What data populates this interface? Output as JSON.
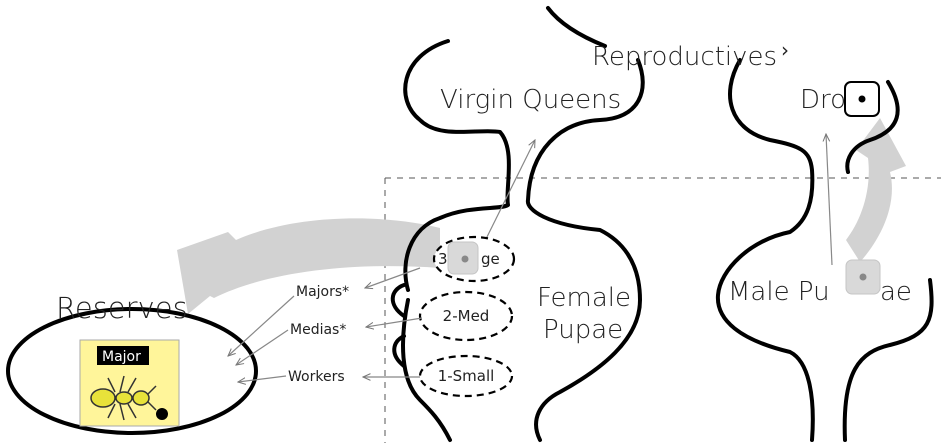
{
  "labels": {
    "reproductives": "Reproductives",
    "virgin_queens": "Virgin Queens",
    "drones": "Dron",
    "reserves": "Reserves",
    "female_pupae_line1": "Female",
    "female_pupae_line2": "Pupae",
    "male_pupae": "Male Pu",
    "male_pupae_tail": "ae",
    "majors": "Majors*",
    "medias": "Medias*",
    "workers": "Workers",
    "size_large": "3",
    "size_large_tail": "ge",
    "size_med": "2-Med",
    "size_small": "1-Small",
    "caste_badge": "Major"
  },
  "icons": {
    "drone_die": "die-one-icon",
    "large_die": "die-one-icon",
    "male_die": "die-one-icon",
    "ant": "ant-icon"
  },
  "colors": {
    "outline": "#000000",
    "big_arrow": "#d2d2d2",
    "ant_card": "#fff59a",
    "badge": "#000000"
  }
}
